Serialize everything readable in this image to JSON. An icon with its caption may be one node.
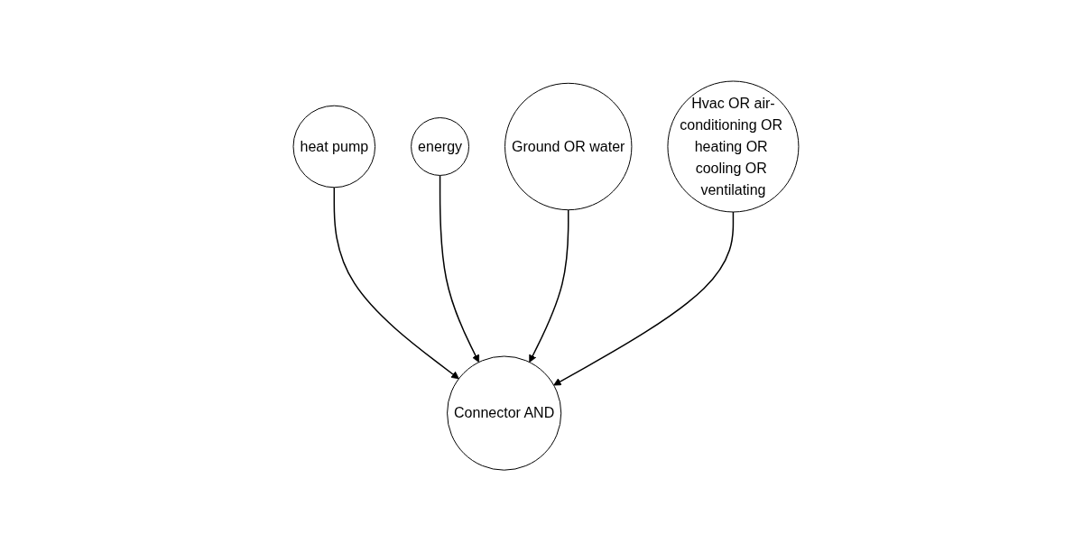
{
  "diagram": {
    "nodes": [
      {
        "text": [
          "heat pump"
        ]
      },
      {
        "text": [
          "energy"
        ]
      },
      {
        "text": [
          "Ground OR water"
        ]
      },
      {
        "text": [
          "Hvac OR air-conditioning OR heating OR cooling OR ventilating"
        ]
      },
      {
        "text": [
          "Connector AND"
        ]
      }
    ],
    "edges": [
      {
        "from": 0,
        "to": 4,
        "arrow": "to"
      },
      {
        "from": 1,
        "to": 4,
        "arrow": "to"
      },
      {
        "from": 2,
        "to": 4,
        "arrow": "to"
      },
      {
        "from": 3,
        "to": 4,
        "arrow": "to"
      }
    ]
  }
}
